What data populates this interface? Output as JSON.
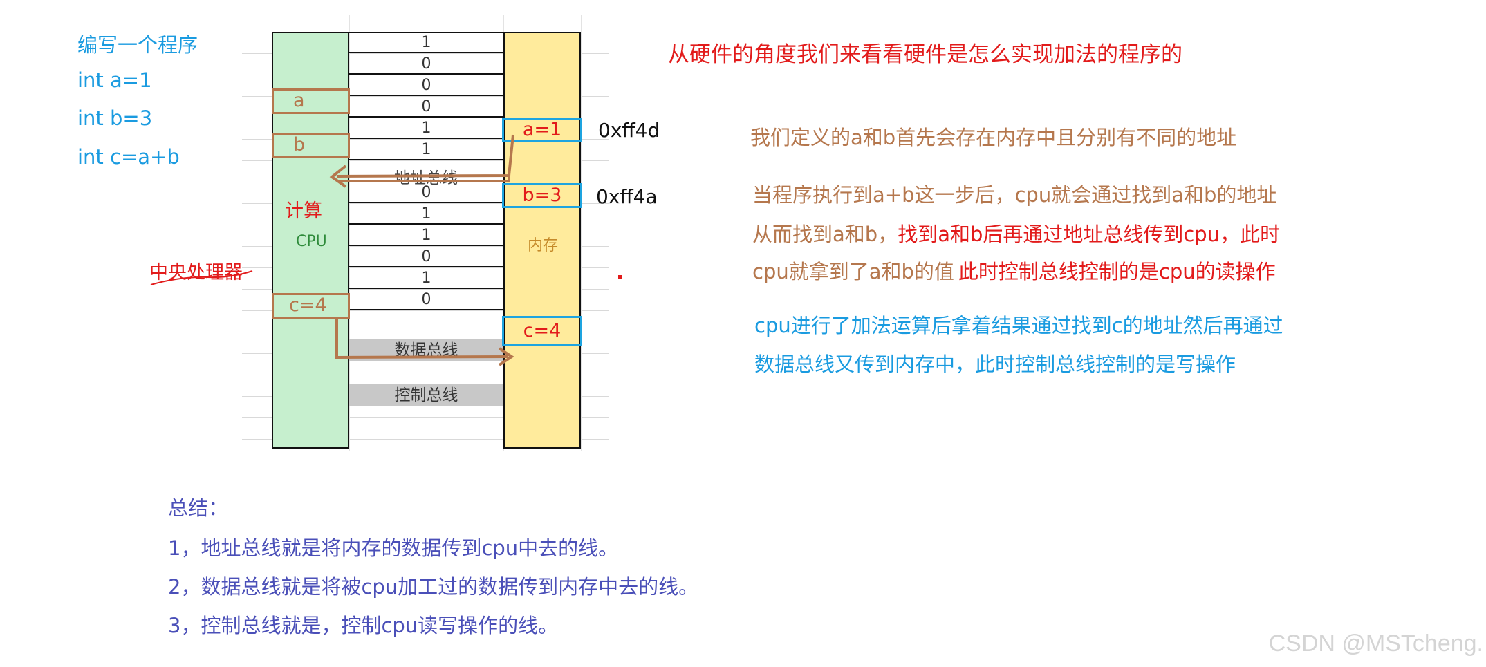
{
  "code": {
    "title": "编写一个程序",
    "lines": [
      "int a=1",
      "int b=3",
      "int c=a+b"
    ]
  },
  "heading": "从硬件的角度我们来看看硬件是怎么实现加法的程序的",
  "diagram": {
    "cpu_label": "CPU",
    "compute_label": "计算",
    "cpu_name_handwritten": "中央处理器",
    "memory_label": "内存",
    "bits": [
      "1",
      "0",
      "0",
      "0",
      "1",
      "1",
      "",
      "0",
      "1",
      "1",
      "0",
      "1",
      "0"
    ],
    "registers": {
      "a": "a",
      "b": "b",
      "c": "c=4"
    },
    "memory_cells": {
      "a": "a=1",
      "b": "b=3",
      "c": "c=4"
    },
    "addresses": {
      "a": "0xff4d",
      "b": "0xff4a"
    },
    "buses": {
      "address": "地址总线",
      "data": "数据总线",
      "control": "控制总线"
    }
  },
  "explanations": {
    "p1": "我们定义的a和b首先会存在内存中且分别有不同的地址",
    "p2_line1": "当程序执行到a+b这一步后，cpu就会通过找到a和b的地址",
    "p2_line2_brown": "从而找到a和b，",
    "p2_line2_red": "找到a和b后再通过地址总线传到cpu，此时",
    "p2_line3_brown": "cpu就拿到了a和b的值",
    "p2_line3_red": "此时控制总线控制的是cpu的读操作",
    "p3_line1": "cpu进行了加法运算后拿着结果通过找到c的地址然后再通过",
    "p3_line2": "数据总线又传到内存中，此时控制总线控制的是写操作"
  },
  "summary": {
    "title": "总结：",
    "items": [
      "1，地址总线就是将内存的数据传到cpu中去的线。",
      "2，数据总线就是将被cpu加工过的数据传到内存中去的线。",
      "3，控制总线就是，控制cpu读写操作的线。"
    ]
  },
  "watermark": "CSDN @MSTcheng.",
  "colors": {
    "blue": "#1a9be0",
    "red": "#e21b1b",
    "brown": "#b5774d",
    "cpu_fill": "#c6efce",
    "memory_fill": "#ffeb9c",
    "summary": "#4a4fb8"
  }
}
